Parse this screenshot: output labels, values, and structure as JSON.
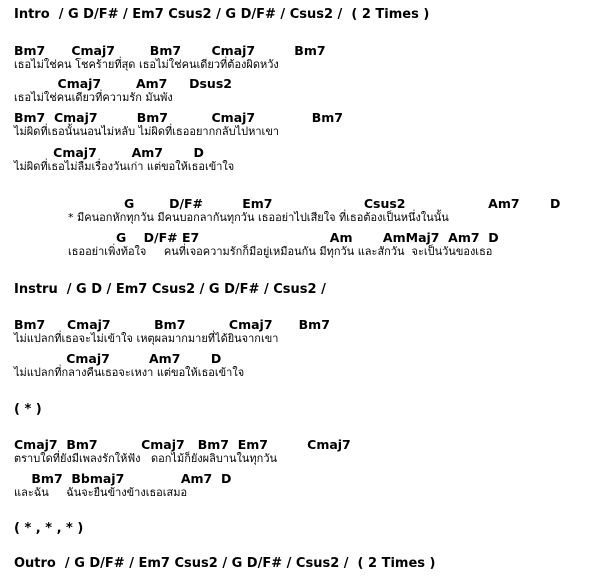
{
  "intro": "Intro  / G D/F# / Em7 Csus2 / G D/F# / Csus2 /  ( 2 Times )",
  "verse1": {
    "c1": "Bm7      Cmaj7        Bm7       Cmaj7         Bm7",
    "l1": "เธอไม่ใช่คน โชคร้ายที่สุด เธอไม่ใช่คนเดียวที่ต้องผิดหวัง",
    "c2": "          Cmaj7        Am7     Dsus2",
    "l2": "เธอไม่ใช่คนเดียวที่ความรัก มันพัง",
    "c3": "Bm7  Cmaj7         Bm7          Cmaj7             Bm7",
    "l3": "ไม่ผิดที่เธอนั้นนอนไม่หลับ ไม่ผิดที่เธออยากกลับไปหาเขา",
    "c4": "         Cmaj7        Am7       D",
    "l4": "ไม่ผิดที่เธอไม่ลืมเรื่องวันเก่า แต่ขอให้เธอเข้าใจ"
  },
  "chorus": {
    "c1": "G        D/F#         Em7                     Csus2                   Am7       D",
    "l1": "* มีคนอกหักทุกวัน มีคนบอกลากันทุกวัน เธออย่าไปเสียใจ ที่เธอต้องเป็นหนึ่งในนั้น",
    "c2": "G    D/F# E7                              Am       AmMaj7  Am7  D",
    "l2": "เธออย่าเพิ่งท้อใจ     คนที่เจอความรักก็มีอยู่เหมือนกัน มีทุกวัน และสักวัน  จะเป็นวันของเธอ"
  },
  "instru": "Instru  / G D / Em7 Csus2 / G D/F# / Csus2 /",
  "verse2": {
    "c1": "Bm7     Cmaj7          Bm7          Cmaj7      Bm7",
    "l1": "ไม่แปลกที่เธอจะไม่เข้าใจ เหตุผลมากมายที่ได้ยินจากเขา",
    "c2": "            Cmaj7         Am7       D",
    "l2": "ไม่แปลกที่กลางคืนเธอจะเหงา แต่ขอให้เธอเข้าใจ"
  },
  "ref1": "( * )",
  "bridge": {
    "c1": "Cmaj7  Bm7          Cmaj7   Bm7  Em7         Cmaj7",
    "l1": "ตราบใดที่ยังมีเพลงรักให้ฟัง   ดอกไม้ก็ยังผลิบานในทุกวัน",
    "c2": "    Bm7  Bbmaj7             Am7  D",
    "l2": "และฉัน     ฉันจะยืนข้างข้างเธอเสมอ"
  },
  "ref2": "( * , * , * )",
  "outro": "Outro  / G D/F# / Em7 Csus2 / G D/F# / Csus2 /  ( 2 Times )"
}
